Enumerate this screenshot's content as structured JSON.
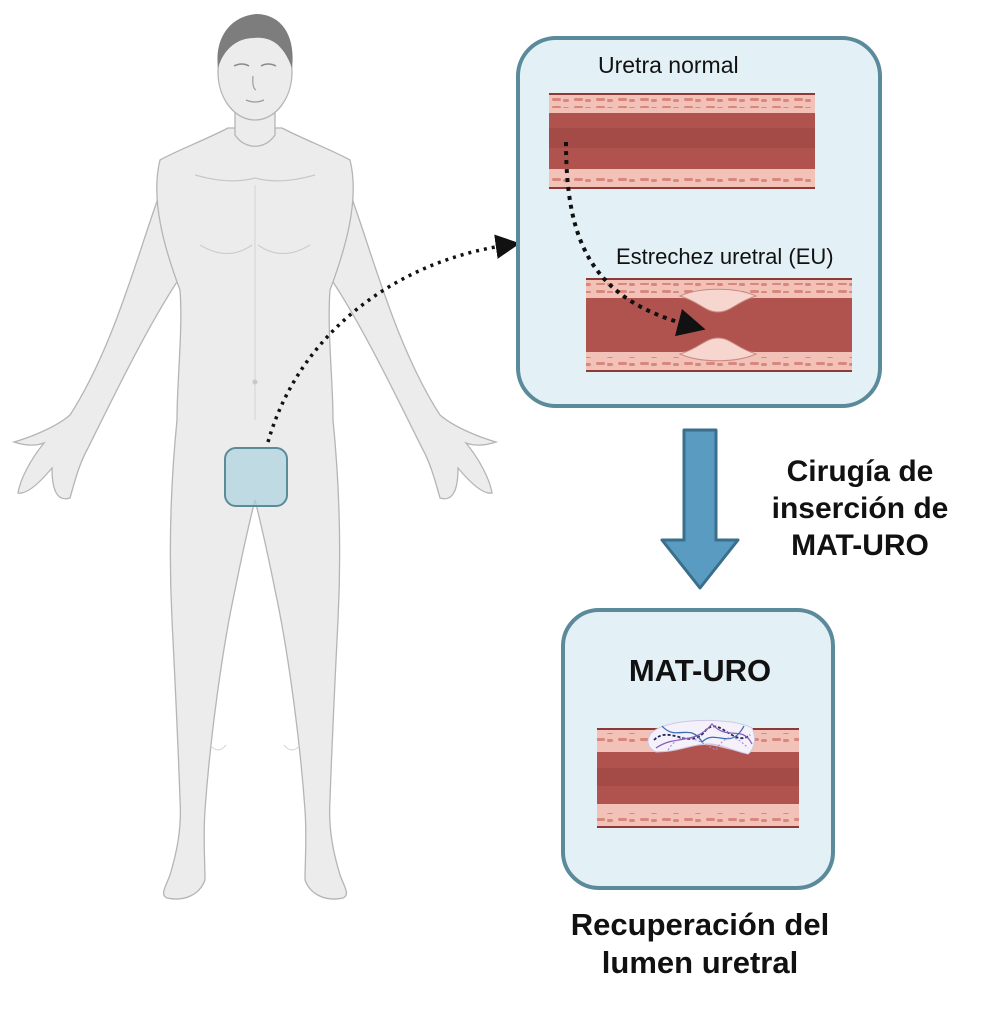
{
  "labels": {
    "normal_urethra": "Uretra normal",
    "stricture": "Estrechez uretral (EU)",
    "surgery": "Cirugía de inserción de MAT-URO",
    "material": "MAT-URO",
    "recovery": "Recuperación del lumen uretral"
  },
  "colors": {
    "panel_fill": "#e3f1f7",
    "panel_border": "#5b8a9a",
    "arrow_fill": "#5a9bc2",
    "arrow_stroke": "#3a6f8c",
    "tube_lumen": "#b0534f",
    "tube_wall": "#f2c2b8",
    "body_fill": "#ececec",
    "body_stroke": "#b5b5b5",
    "hair": "#7d7d7d"
  },
  "icons": {
    "figure": "human-body-icon",
    "scaffold": "mesh-scaffold-icon"
  }
}
